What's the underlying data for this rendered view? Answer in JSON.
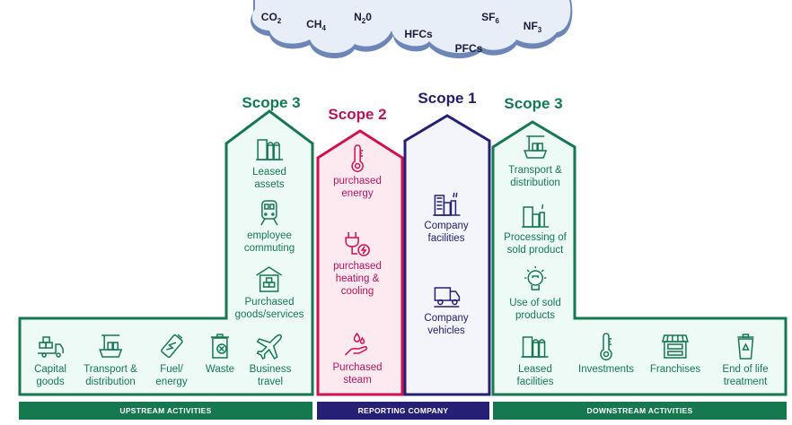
{
  "colors": {
    "scope3": "#15784f",
    "scope3_fill": "#eefaf5",
    "scope2": "#d0104f",
    "scope2_fill": "#fde9f0",
    "scope1": "#232076",
    "scope1_fill": "#f4f4fb",
    "cloud_fill": "#e7eef8",
    "cloud_shadow": "#6d86b8"
  },
  "gases": [
    {
      "name": "CO",
      "sub": "2"
    },
    {
      "name": "CH",
      "sub": "4"
    },
    {
      "name": "N",
      "sub": "2",
      "suffix": "0"
    },
    {
      "name": "HFCs",
      "sub": ""
    },
    {
      "name": "PFCs",
      "sub": ""
    },
    {
      "name": "SF",
      "sub": "6"
    },
    {
      "name": "NF",
      "sub": "3"
    }
  ],
  "scopes": {
    "upstream": {
      "title": "Scope 3",
      "tower_items": [
        {
          "label": "Leased\nassets",
          "icon": "buildings-icon"
        },
        {
          "label": "employee\ncommuting",
          "icon": "train-icon"
        },
        {
          "label": "Purchased\ngoods/services",
          "icon": "warehouse-icon"
        }
      ],
      "base_items": [
        {
          "label": "Capital\ngoods",
          "icon": "truck-boxes-icon"
        },
        {
          "label": "Transport &\ndistribution",
          "icon": "cargo-ship-icon"
        },
        {
          "label": "Fuel/\nenergy",
          "icon": "battery-icon"
        },
        {
          "label": "Waste",
          "icon": "trash-bin-icon"
        },
        {
          "label": "Business\ntravel",
          "icon": "airplane-icon"
        }
      ],
      "footer": "UPSTREAM ACTIVITIES"
    },
    "scope2": {
      "title": "Scope 2",
      "items": [
        {
          "label": "purchased\nenergy",
          "icon": "thermometer-icon"
        },
        {
          "label": "purchased\nheating &\ncooling",
          "icon": "plug-icon"
        },
        {
          "label": "Purchased\nsteam",
          "icon": "hand-droplets-icon"
        }
      ]
    },
    "scope1": {
      "title": "Scope 1",
      "items": [
        {
          "label": "Company\nfacilities",
          "icon": "factory-icon"
        },
        {
          "label": "Company\nvehicles",
          "icon": "delivery-truck-icon"
        }
      ]
    },
    "reporting_footer": "REPORTING COMPANY",
    "downstream": {
      "title": "Scope 3",
      "tower_items": [
        {
          "label": "Transport &\ndistribution",
          "icon": "cargo-ship-icon"
        },
        {
          "label": "Processing of\nsold product",
          "icon": "factory-icon"
        },
        {
          "label": "Use of sold\nproducts",
          "icon": "lightbulb-icon"
        }
      ],
      "base_items": [
        {
          "label": "Leased\nfacilities",
          "icon": "buildings-icon"
        },
        {
          "label": "Investments",
          "icon": "thermometer-icon"
        },
        {
          "label": "Franchises",
          "icon": "storefront-icon"
        },
        {
          "label": "End of life\ntreatment",
          "icon": "recycle-bin-icon"
        }
      ],
      "footer": "DOWNSTREAM ACTIVITIES"
    }
  }
}
